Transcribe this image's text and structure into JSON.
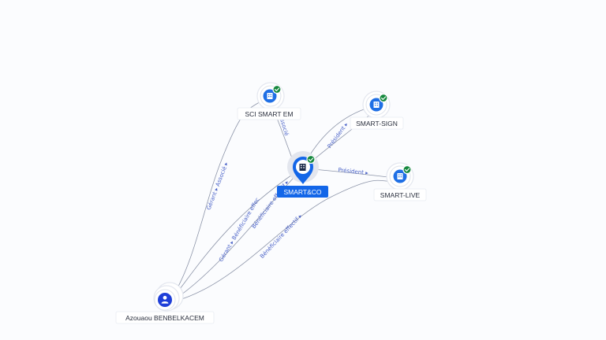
{
  "nodes": {
    "sci_smart_em": {
      "label": "SCI SMART EM",
      "type": "company",
      "status": "active"
    },
    "smart_sign": {
      "label": "SMART-SIGN",
      "type": "company",
      "status": "active"
    },
    "smart_co": {
      "label": "SMART&CO",
      "type": "company",
      "status": "active",
      "focus": true
    },
    "smart_live": {
      "label": "SMART-LIVE",
      "type": "company",
      "status": "active"
    },
    "person": {
      "label": "Azouaou BENBELKACEM",
      "type": "person"
    }
  },
  "edges": {
    "person_sci": {
      "label": "Gérant ▸ Associé ▸"
    },
    "sci_smartco": {
      "label": "Associé"
    },
    "smartco_sign": {
      "label": "Président ▸"
    },
    "smartco_live": {
      "label": "Président ▸"
    },
    "person_smartco": {
      "label": "Gérant ▸ Bénéficiaire effectif ▸"
    },
    "person_sign": {
      "label": "Bénéficiaire effectif ▸"
    },
    "person_live": {
      "label": "Bénéficiaire effectif ▸"
    }
  },
  "colors": {
    "company": "#1f6fe5",
    "person": "#1f3fd8",
    "verified": "#16893f",
    "focus": "#1366e8",
    "edge_label": "#4b63c8"
  },
  "icons": {
    "company": "building-icon",
    "person": "person-icon",
    "verified": "check-badge-icon",
    "edge_direction": "triangle-arrow"
  }
}
